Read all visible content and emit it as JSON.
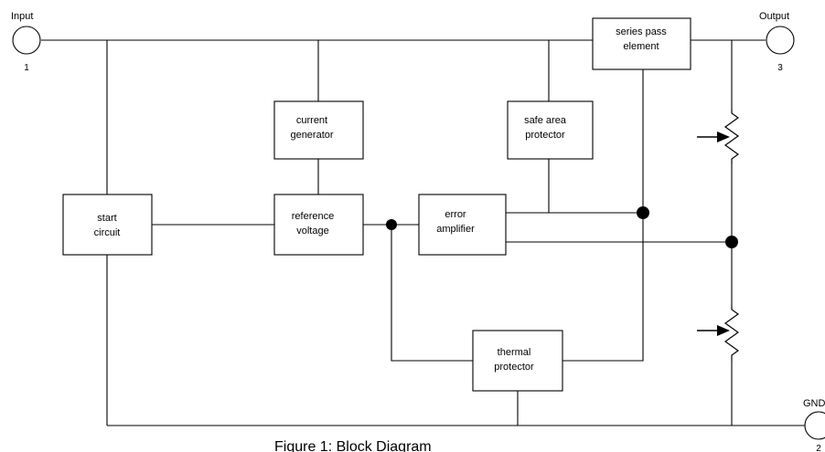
{
  "blocks": {
    "start_circuit": [
      "start",
      "circuit"
    ],
    "current_generator": [
      "current",
      "generator"
    ],
    "reference_voltage": [
      "reference",
      "voltage"
    ],
    "error_amplifier": [
      "error",
      "amplifier"
    ],
    "safe_area_protector": [
      "safe area",
      "protector"
    ],
    "series_pass_element": [
      "series pass",
      "element"
    ],
    "thermal_protector": [
      "thermal",
      "protector"
    ]
  },
  "terminals": {
    "input": {
      "label": "Input",
      "number": "1"
    },
    "output": {
      "label": "Output",
      "number": "3"
    },
    "gnd": {
      "label": "GND",
      "number": "2"
    }
  },
  "caption": "Figure 1:  Block Diagram"
}
